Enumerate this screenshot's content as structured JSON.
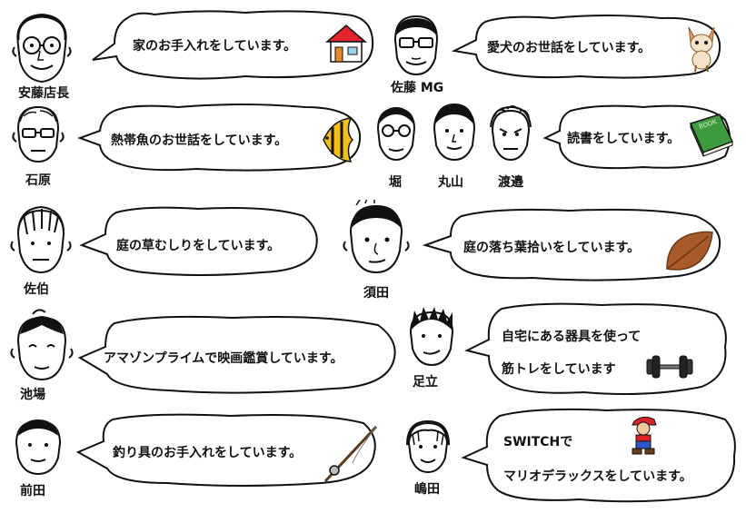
{
  "people": {
    "ando": {
      "name": "安藤店長",
      "activity": "家のお手入れをしています。"
    },
    "sato": {
      "name": "佐藤 MG",
      "activity": "愛犬のお世話をしています。"
    },
    "ishihara": {
      "name": "石原",
      "activity": "熱帯魚のお世話をしています。"
    },
    "hori": {
      "name": "堀"
    },
    "maruyama": {
      "name": "丸山"
    },
    "watanabe": {
      "name": "渡邉"
    },
    "reading": {
      "activity": "読書をしています。"
    },
    "saeki": {
      "name": "佐伯",
      "activity": "庭の草むしりをしています。"
    },
    "suda": {
      "name": "須田",
      "activity": "庭の落ち葉拾いをしています。"
    },
    "ikeba": {
      "name": "池場",
      "activity": "アマゾンプライムで映画鑑賞しています。"
    },
    "adachi": {
      "name": "足立",
      "activity_line1": "自宅にある器具を使って",
      "activity_line2": "筋トレをしています"
    },
    "maeda": {
      "name": "前田",
      "activity": "釣り具のお手入れをしています。"
    },
    "shimada": {
      "name": "嶋田",
      "activity_line1": "SWITCHで",
      "activity_line2": "マリオデラックスをしています。"
    }
  },
  "book_cover_text": "BOOK",
  "colors": {
    "ink": "#111111",
    "house_roof": "#e0262b",
    "book": "#3d9a3f",
    "fish": "#f2c018",
    "leaf": "#a85b2a"
  }
}
